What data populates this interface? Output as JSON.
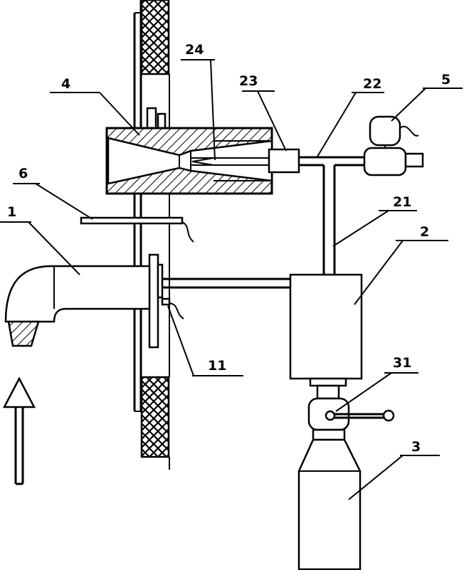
{
  "diagram": {
    "labels": [
      {
        "id": "label-24",
        "text": "24"
      },
      {
        "id": "label-4",
        "text": "4"
      },
      {
        "id": "label-23",
        "text": "23"
      },
      {
        "id": "label-22",
        "text": "22"
      },
      {
        "id": "label-5",
        "text": "5"
      },
      {
        "id": "label-6",
        "text": "6"
      },
      {
        "id": "label-21",
        "text": "21"
      },
      {
        "id": "label-1",
        "text": "1"
      },
      {
        "id": "label-2",
        "text": "2"
      },
      {
        "id": "label-11",
        "text": "11"
      },
      {
        "id": "label-31",
        "text": "31"
      },
      {
        "id": "label-3",
        "text": "3"
      }
    ]
  }
}
